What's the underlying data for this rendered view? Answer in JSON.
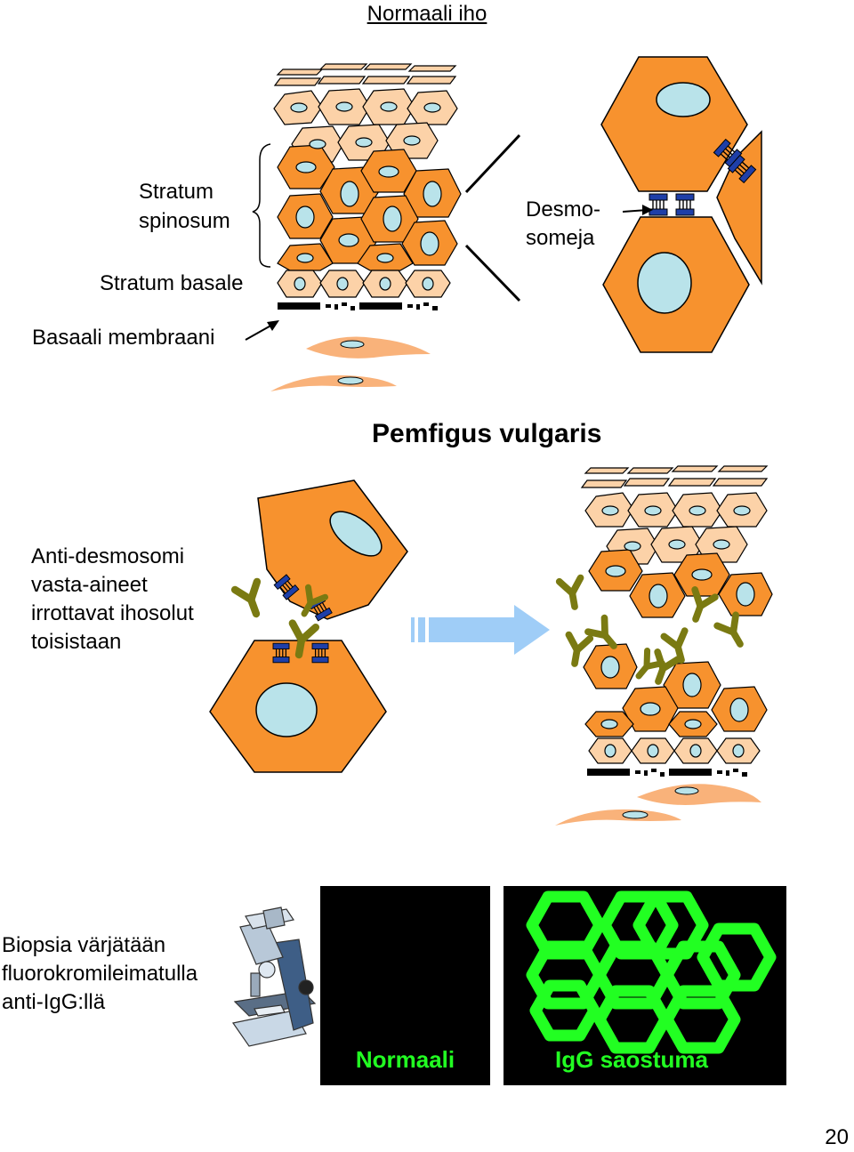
{
  "title": "Normaali iho",
  "normal_skin": {
    "stratum_spinosum": [
      "Stratum",
      "spinosum"
    ],
    "stratum_basale": "Stratum basale",
    "basal_membrane": "Basaali membraani",
    "desmosomes": [
      "Desmo-",
      "someja"
    ]
  },
  "pemphigus": {
    "title": "Pemfigus vulgaris",
    "description": [
      "Anti-desmosomi",
      "vasta-aineet",
      "irrottavat ihosolut",
      "toisistaan"
    ]
  },
  "biopsy": {
    "description": [
      "Biopsia värjätään",
      "fluorokromileimatulla",
      "anti-IgG:llä"
    ],
    "panel_normal_label": "Normaali",
    "panel_igg_label": "IgG saostuma"
  },
  "page_number": "20",
  "colors": {
    "cell_orange": "#f7922e",
    "cell_light": "#fcd2a8",
    "nucleus": "#b9e3ea",
    "antibody": "#7a7a12",
    "desmosome": "#1f3fa8",
    "fluorescence": "#22ff22",
    "arrow": "#9fcdf7"
  }
}
